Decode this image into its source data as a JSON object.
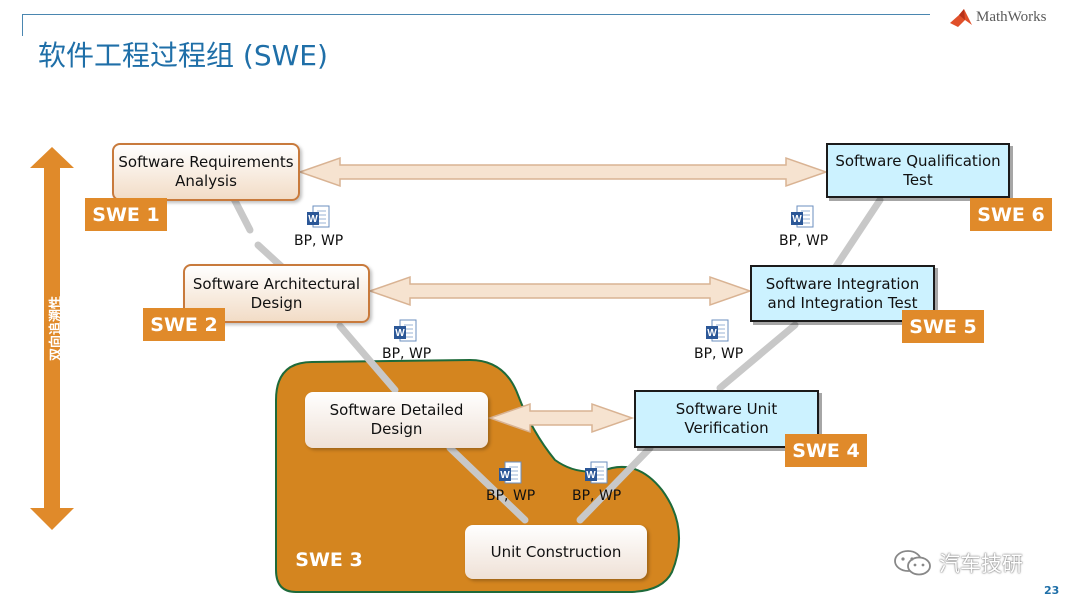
{
  "header": {
    "title": "软件工程过程组 (SWE)",
    "logo_text": "MathWorks"
  },
  "vertical_label": "双向追溯性",
  "boxes": {
    "swe1": "Software Requirements\nAnalysis",
    "swe2": "Software Architectural\nDesign",
    "swe3": "Software Detailed\nDesign",
    "unit": "Unit Construction",
    "swe4": "Software Unit\nVerification",
    "swe5": "Software Integration\nand Integration Test",
    "swe6": "Software Qualification\nTest"
  },
  "tags": {
    "swe1": "SWE 1",
    "swe2": "SWE 2",
    "swe3": "SWE 3",
    "swe4": "SWE 4",
    "swe5": "SWE 5",
    "swe6": "SWE 6"
  },
  "work_products": {
    "label": "BP, WP",
    "icon": "word-document-icon"
  },
  "colors": {
    "title": "#1f6fa8",
    "tag": "#e08a2a",
    "region": "#d4851f",
    "region_border": "#1e6a3a",
    "right_box": "#ccf2ff",
    "arrow_fill": "#f6e3d0",
    "v_line": "#c8c8c8"
  },
  "watermark": "汽车技研",
  "page_number": "23"
}
